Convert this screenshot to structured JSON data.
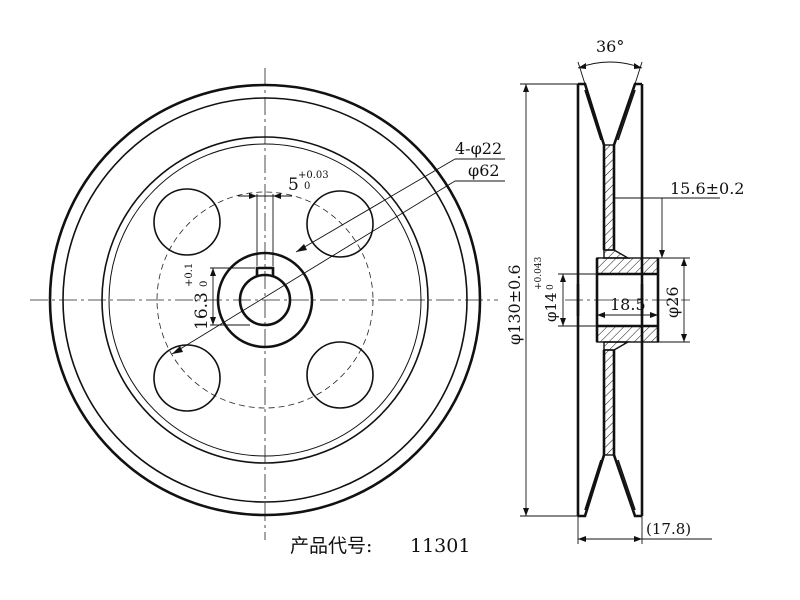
{
  "drawing": {
    "product_code_label": "产品代号:",
    "product_code": "11301",
    "front_view": {
      "holes_dim": "4-φ22",
      "pcd_dim": "φ62",
      "keyway_width_dim": "5",
      "keyway_width_tol_upper": "+0.03",
      "keyway_width_tol_lower": "0",
      "keyway_depth_dim": "16.3",
      "keyway_depth_tol_upper": "+0.1",
      "keyway_depth_tol_lower": "0"
    },
    "side_view": {
      "groove_angle": "36°",
      "groove_depth_dim": "15.6±0.2",
      "outer_diameter_dim": "φ130±0.6",
      "bore_dim": "φ14",
      "bore_tol_upper": "+0.043",
      "bore_tol_lower": "0",
      "hub_length_dim": "18.5",
      "hub_diameter_dim": "φ26",
      "overall_width_dim": "(17.8)"
    }
  }
}
